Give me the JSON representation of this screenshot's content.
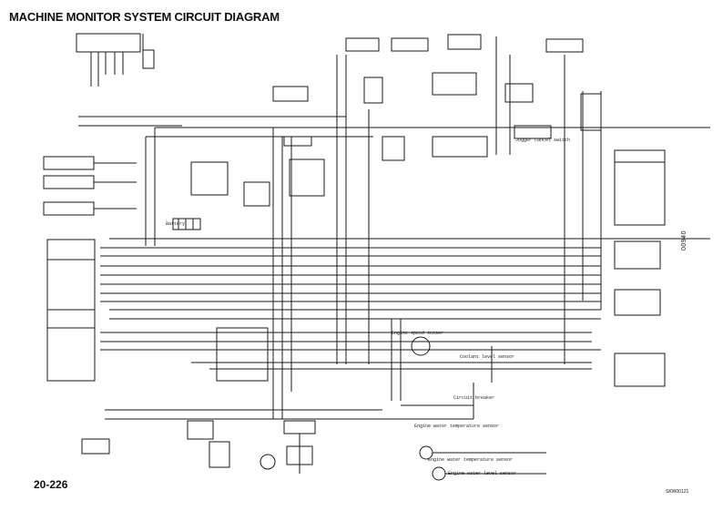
{
  "title": "MACHINE MONITOR SYSTEM CIRCUIT DIAGRAM",
  "page_number": "20-226",
  "side_code": "00940",
  "figure_id": "SKW00121",
  "component_labels": {
    "battery": "Battery",
    "engine_speed_sensor": "Engine speed sensor",
    "engine_water_temperature_sensor": "Engine water temperature sensor",
    "engine_water_temperature_sensor_2": "Engine water temperature sensor",
    "engine_water_level_sensor": "Engine water level sensor",
    "jogger_cancel_switch": "Jogger cancel switch",
    "coolant_level_sensor": "Coolant level sensor",
    "circuit_breaker": "Circuit breaker"
  },
  "colors": {
    "line": "#1a1a1a",
    "background": "#ffffff"
  }
}
